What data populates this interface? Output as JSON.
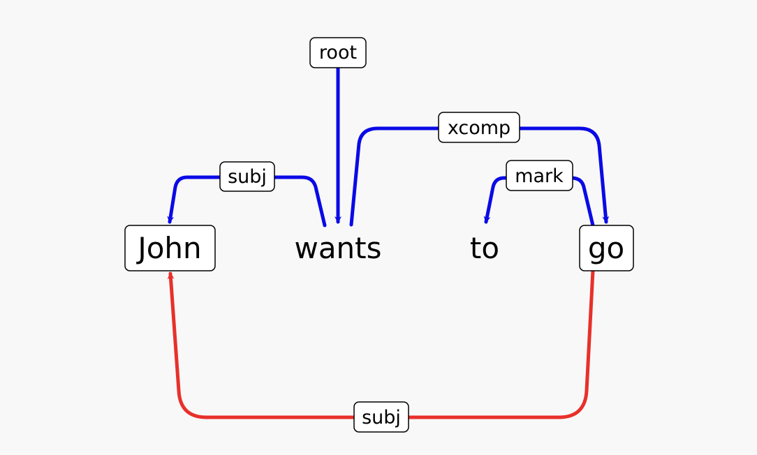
{
  "words": [
    "John",
    "wants",
    "to",
    "go"
  ],
  "arcs": [
    {
      "label": "root",
      "head": null,
      "dependent": "wants",
      "color": "#0a0ae6"
    },
    {
      "label": "subj",
      "head": "wants",
      "dependent": "John",
      "color": "#0a0ae6"
    },
    {
      "label": "xcomp",
      "head": "wants",
      "dependent": "go",
      "color": "#0a0ae6"
    },
    {
      "label": "mark",
      "head": "go",
      "dependent": "to",
      "color": "#0a0ae6"
    },
    {
      "label": "subj",
      "head": "go",
      "dependent": "John",
      "color": "#e8302a"
    }
  ],
  "boxed_words": [
    "John",
    "go"
  ]
}
